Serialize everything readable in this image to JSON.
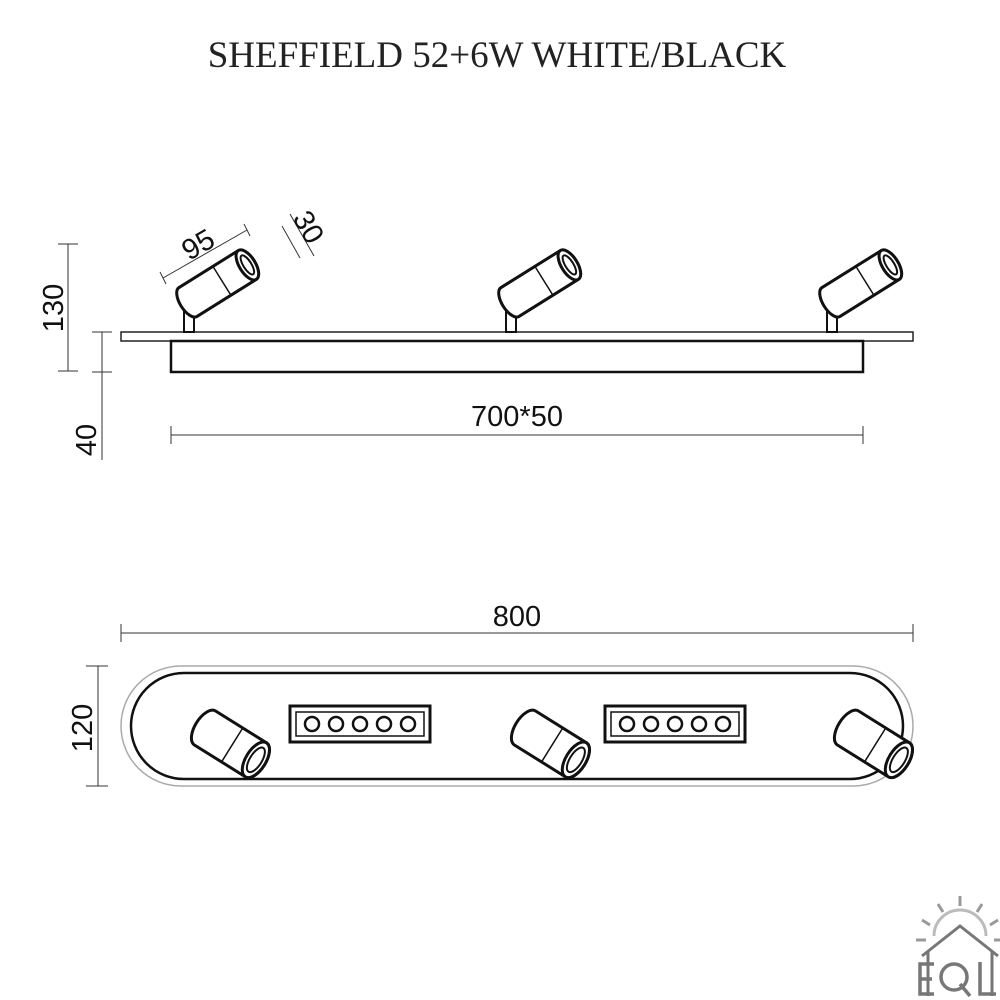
{
  "title": "SHEFFIELD 52+6W WHITE/BLACK",
  "dimensions": {
    "spot_length": "95",
    "spot_diameter": "30",
    "total_height": "130",
    "body_height": "40",
    "body_size": "700*50",
    "plate_length": "800",
    "plate_width": "120"
  },
  "logo_text": "EQL",
  "colors": {
    "line": "#222222",
    "background": "#ffffff"
  }
}
